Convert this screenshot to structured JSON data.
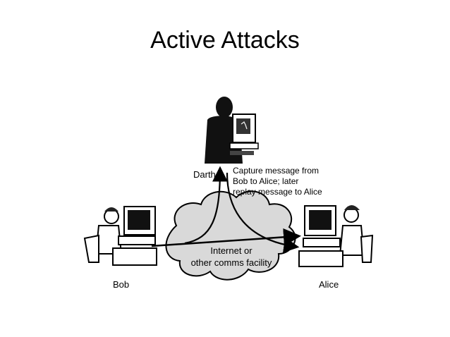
{
  "title": "Active Attacks",
  "diagram": {
    "darth_label": "Darth",
    "bob_label": "Bob",
    "alice_label": "Alice",
    "capture_note": [
      "Capture message from",
      "Bob to Alice; later",
      "replay message to Alice"
    ],
    "network_label": [
      "Internet or",
      "other comms facility"
    ]
  }
}
